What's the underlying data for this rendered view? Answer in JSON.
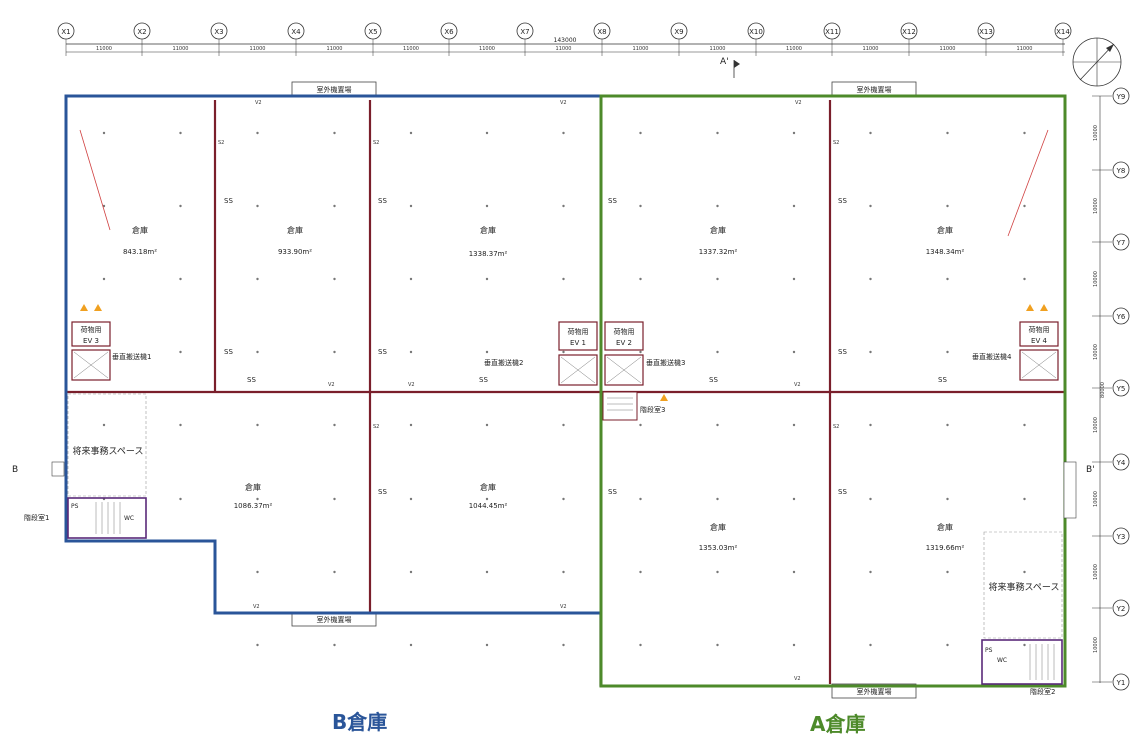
{
  "grid": {
    "columns": [
      "X1",
      "X2",
      "X3",
      "X4",
      "X5",
      "X6",
      "X7",
      "X8",
      "X9",
      "X10",
      "X11",
      "X12",
      "X13",
      "X14"
    ],
    "rows": [
      "Y9",
      "Y8",
      "Y7",
      "Y6",
      "Y5",
      "Y4",
      "Y3",
      "Y2",
      "Y1"
    ],
    "overall_dim": "143000",
    "span_dim": "11000",
    "row_dims": [
      "10000",
      "10000",
      "10000",
      "10000",
      "10000",
      "10000",
      "10000",
      "10000"
    ],
    "total_row_dim": "80000"
  },
  "section_marks": {
    "a": "A'",
    "b_left": "B",
    "b_right": "B'"
  },
  "outdoor_units": [
    "室外機置場",
    "室外機置場",
    "室外機置場",
    "室外機置場"
  ],
  "rooms": [
    {
      "name": "倉庫",
      "area": "843.18m²"
    },
    {
      "name": "倉庫",
      "area": "933.90m²"
    },
    {
      "name": "倉庫",
      "area": "1338.37m²"
    },
    {
      "name": "倉庫",
      "area": "1337.32m²"
    },
    {
      "name": "倉庫",
      "area": "1348.34m²"
    },
    {
      "name": "倉庫",
      "area": "1086.37m²"
    },
    {
      "name": "倉庫",
      "area": "1044.45m²"
    },
    {
      "name": "倉庫",
      "area": "1353.03m²"
    },
    {
      "name": "倉庫",
      "area": "1319.66m²"
    }
  ],
  "elevators": [
    {
      "label": "荷物用",
      "code": "EV 3"
    },
    {
      "label": "荷物用",
      "code": "EV 1"
    },
    {
      "label": "荷物用",
      "code": "EV 2"
    },
    {
      "label": "荷物用",
      "code": "EV 4"
    }
  ],
  "conveyors": [
    "垂直搬送機1",
    "垂直搬送機2",
    "垂直搬送機3",
    "垂直搬送機4"
  ],
  "stairs": [
    "階段室1",
    "階段室3",
    "階段室2"
  ],
  "office_spaces": [
    "将来事務スペース",
    "将来事務スペース"
  ],
  "shutter_mark": "SS",
  "door_mark": "V2",
  "fire_door_mark": "S2",
  "ps_mark": "PS",
  "wc_mark": "WC",
  "warehouses": {
    "b": {
      "label": "B倉庫",
      "color": "#2a5599"
    },
    "a": {
      "label": "A倉庫",
      "color": "#4d8a2a"
    }
  },
  "colors": {
    "wall": "#7a1f2b",
    "grid": "#999999",
    "fire": "#e56b6b",
    "purple": "#5a2a7a",
    "sign": "#f0a020"
  }
}
